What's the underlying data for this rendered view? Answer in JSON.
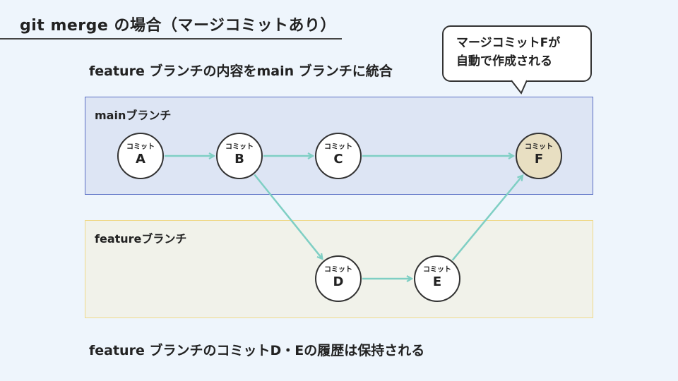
{
  "title": "git merge の場合（マージコミットあり）",
  "subtitle": "feature ブランチの内容をmain ブランチに統合",
  "callout": {
    "line1": "マージコミットFが",
    "line2": "自動で作成される"
  },
  "lanes": {
    "main": "mainブランチ",
    "feature": "featureブランチ"
  },
  "commit_label": "コミット",
  "commits": [
    {
      "id": "A",
      "branch": "main"
    },
    {
      "id": "B",
      "branch": "main"
    },
    {
      "id": "C",
      "branch": "main"
    },
    {
      "id": "F",
      "branch": "main",
      "merge": true
    },
    {
      "id": "D",
      "branch": "feature"
    },
    {
      "id": "E",
      "branch": "feature"
    }
  ],
  "edges": [
    [
      "A",
      "B"
    ],
    [
      "B",
      "C"
    ],
    [
      "C",
      "F"
    ],
    [
      "B",
      "D"
    ],
    [
      "D",
      "E"
    ],
    [
      "E",
      "F"
    ]
  ],
  "colors": {
    "arrow": "#7fcfc4",
    "main_lane": "#dde5f4",
    "feature_lane": "#f1f2ea",
    "merge_commit": "#e8dfc2"
  },
  "bottom_note": "feature ブランチのコミットD・Eの履歴は保持される"
}
